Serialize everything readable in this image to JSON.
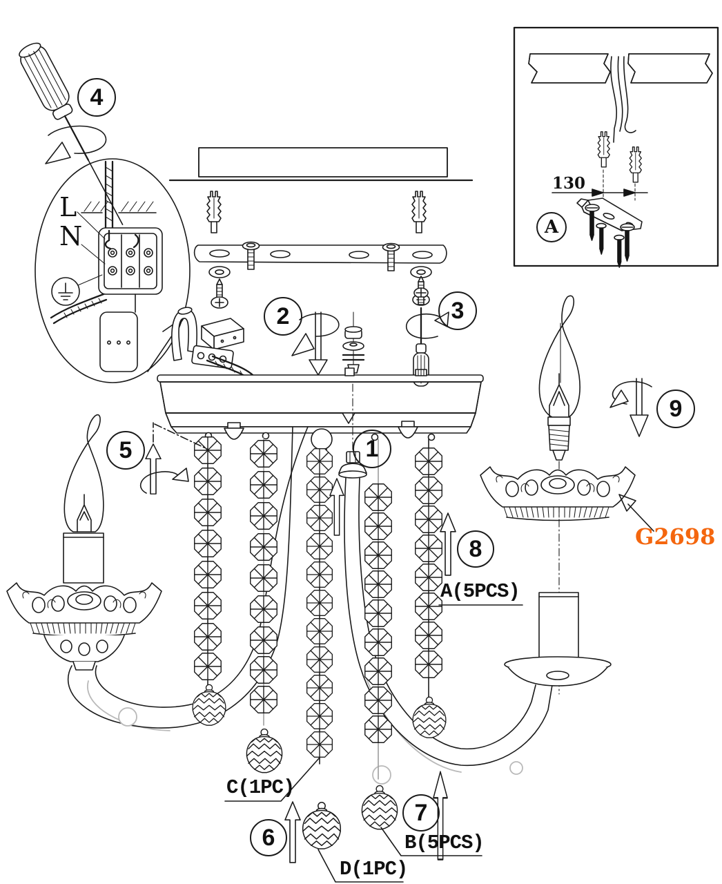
{
  "title": "Chandelier ceiling-mount assembly instruction diagram",
  "colors": {
    "line": "#1a1a1a",
    "gray_line": "#9c9c9c",
    "part_code_orange": "#f4660e",
    "arrow_red": "#e8251c",
    "background": "#ffffff"
  },
  "steps": {
    "s1": "1",
    "s2": "2",
    "s3": "3",
    "s4": "4",
    "s5": "5",
    "s6": "6",
    "s7": "7",
    "s8": "8",
    "s9": "9"
  },
  "inset": {
    "badge": "A",
    "dimension": "130"
  },
  "wiring": {
    "live": "L",
    "neutral": "N"
  },
  "parts": {
    "chain_a": "A(5PCS)",
    "ball_b": "B(5PCS)",
    "chain_c": "C(1PC)",
    "ball_d": "D(1PC)",
    "code": "G2698"
  }
}
